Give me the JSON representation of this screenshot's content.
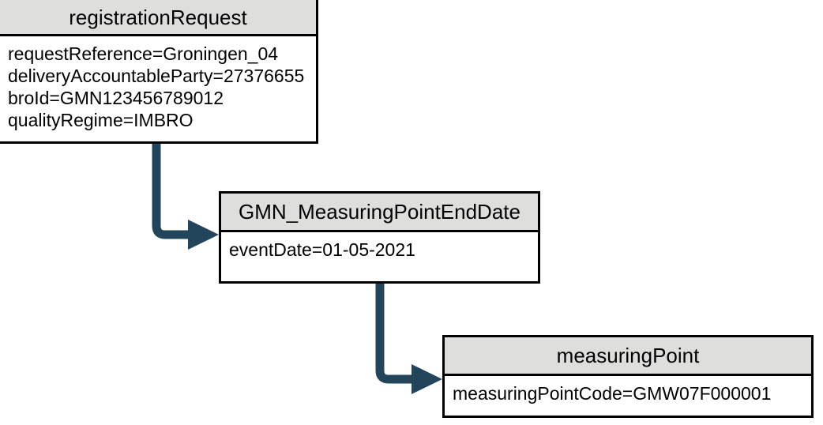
{
  "diagram": {
    "type": "uml-object-diagram",
    "background_color": "#ffffff",
    "box_header_color": "#dededd",
    "box_border_color": "#000000",
    "connector_color": "#23455c",
    "objects": [
      {
        "id": "registrationRequest",
        "title": "registrationRequest",
        "attributes": [
          "requestReference=Groningen_04",
          "deliveryAccountableParty=27376655",
          "broId=GMN123456789012",
          "qualityRegime=IMBRO"
        ]
      },
      {
        "id": "GMN_MeasuringPointEndDate",
        "title": "GMN_MeasuringPointEndDate",
        "attributes": [
          "eventDate=01-05-2021"
        ]
      },
      {
        "id": "measuringPoint",
        "title": "measuringPoint",
        "attributes": [
          "measuringPointCode=GMW07F000001"
        ]
      }
    ],
    "connectors": [
      {
        "from": "registrationRequest",
        "to": "GMN_MeasuringPointEndDate",
        "style": "solid-arrow-elbow"
      },
      {
        "from": "GMN_MeasuringPointEndDate",
        "to": "measuringPoint",
        "style": "solid-arrow-elbow"
      }
    ]
  }
}
